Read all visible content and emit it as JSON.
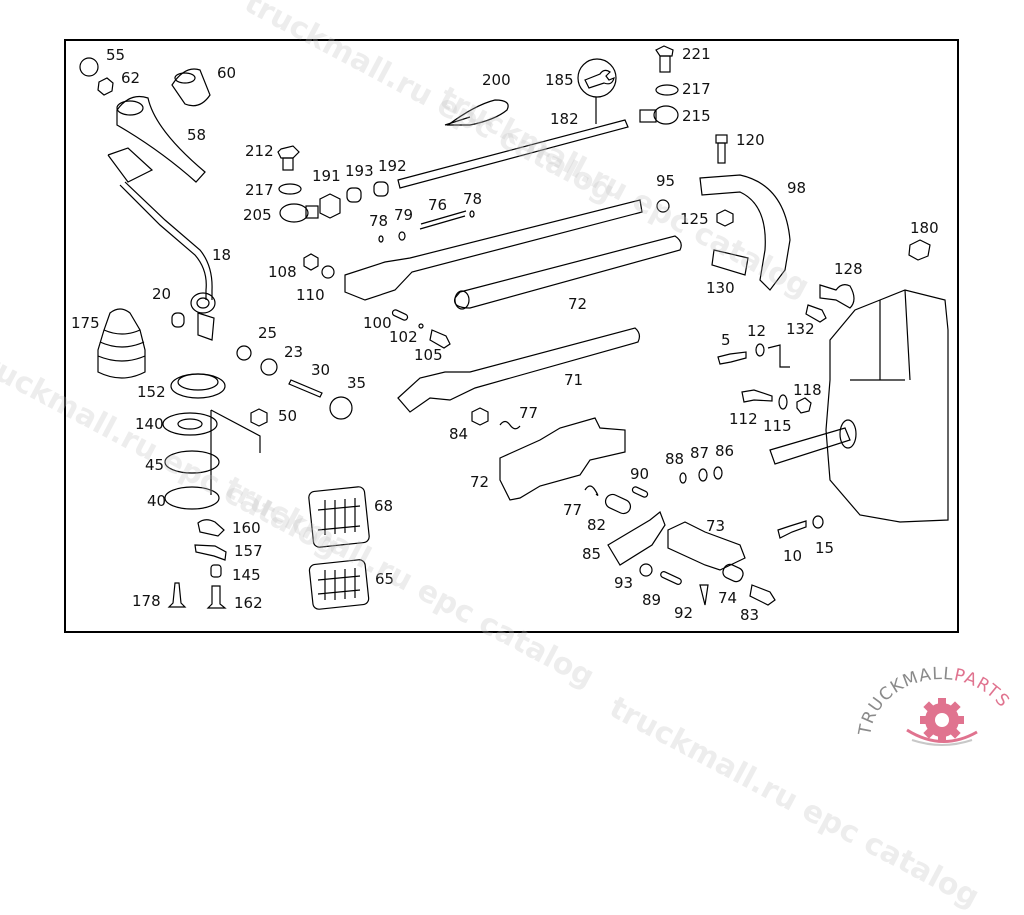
{
  "diagram": {
    "type": "exploded-parts-diagram",
    "subject": "gear shift lever and shift linkage assembly"
  },
  "callouts": [
    {
      "id": "55",
      "label": "55"
    },
    {
      "id": "62",
      "label": "62"
    },
    {
      "id": "60",
      "label": "60"
    },
    {
      "id": "58",
      "label": "58"
    },
    {
      "id": "18",
      "label": "18"
    },
    {
      "id": "20",
      "label": "20"
    },
    {
      "id": "175",
      "label": "175"
    },
    {
      "id": "212",
      "label": "212"
    },
    {
      "id": "217a",
      "label": "217"
    },
    {
      "id": "205",
      "label": "205"
    },
    {
      "id": "191",
      "label": "191"
    },
    {
      "id": "193",
      "label": "193"
    },
    {
      "id": "192",
      "label": "192"
    },
    {
      "id": "200",
      "label": "200"
    },
    {
      "id": "185",
      "label": "185"
    },
    {
      "id": "182",
      "label": "182"
    },
    {
      "id": "221",
      "label": "221"
    },
    {
      "id": "217b",
      "label": "217"
    },
    {
      "id": "215",
      "label": "215"
    },
    {
      "id": "120",
      "label": "120"
    },
    {
      "id": "98",
      "label": "98"
    },
    {
      "id": "95",
      "label": "95"
    },
    {
      "id": "125",
      "label": "125"
    },
    {
      "id": "180",
      "label": "180"
    },
    {
      "id": "130",
      "label": "130"
    },
    {
      "id": "128",
      "label": "128"
    },
    {
      "id": "132",
      "label": "132"
    },
    {
      "id": "78a",
      "label": "78"
    },
    {
      "id": "79",
      "label": "79"
    },
    {
      "id": "76",
      "label": "76"
    },
    {
      "id": "78b",
      "label": "78"
    },
    {
      "id": "108",
      "label": "108"
    },
    {
      "id": "110",
      "label": "110"
    },
    {
      "id": "72a",
      "label": "72"
    },
    {
      "id": "100",
      "label": "100"
    },
    {
      "id": "102",
      "label": "102"
    },
    {
      "id": "105",
      "label": "105"
    },
    {
      "id": "25",
      "label": "25"
    },
    {
      "id": "23",
      "label": "23"
    },
    {
      "id": "30",
      "label": "30"
    },
    {
      "id": "35",
      "label": "35"
    },
    {
      "id": "152",
      "label": "152"
    },
    {
      "id": "140",
      "label": "140"
    },
    {
      "id": "50",
      "label": "50"
    },
    {
      "id": "45",
      "label": "45"
    },
    {
      "id": "40",
      "label": "40"
    },
    {
      "id": "160",
      "label": "160"
    },
    {
      "id": "157",
      "label": "157"
    },
    {
      "id": "145",
      "label": "145"
    },
    {
      "id": "178",
      "label": "178"
    },
    {
      "id": "162",
      "label": "162"
    },
    {
      "id": "68",
      "label": "68"
    },
    {
      "id": "65",
      "label": "65"
    },
    {
      "id": "71",
      "label": "71"
    },
    {
      "id": "84",
      "label": "84"
    },
    {
      "id": "77a",
      "label": "77"
    },
    {
      "id": "72b",
      "label": "72"
    },
    {
      "id": "77b",
      "label": "77"
    },
    {
      "id": "82",
      "label": "82"
    },
    {
      "id": "90",
      "label": "90"
    },
    {
      "id": "88",
      "label": "88"
    },
    {
      "id": "87",
      "label": "87"
    },
    {
      "id": "86",
      "label": "86"
    },
    {
      "id": "85",
      "label": "85"
    },
    {
      "id": "73",
      "label": "73"
    },
    {
      "id": "93",
      "label": "93"
    },
    {
      "id": "89",
      "label": "89"
    },
    {
      "id": "92",
      "label": "92"
    },
    {
      "id": "74",
      "label": "74"
    },
    {
      "id": "83",
      "label": "83"
    },
    {
      "id": "5",
      "label": "5"
    },
    {
      "id": "12",
      "label": "12"
    },
    {
      "id": "112",
      "label": "112"
    },
    {
      "id": "118",
      "label": "118"
    },
    {
      "id": "115",
      "label": "115"
    },
    {
      "id": "10",
      "label": "10"
    },
    {
      "id": "15",
      "label": "15"
    }
  ],
  "watermarks": [
    "truckmall.ru epc catalog",
    "truckmall.ru epc catalog",
    "truckmall.ru epc catalog",
    "truckmall.ru epc catalog",
    "truckmall.ru epc catalog"
  ],
  "logo": {
    "text_dark": "TRUCKMALL",
    "text_accent": "PARTS",
    "accent_color": "#e0738f",
    "dark_color": "#8a8a8a"
  }
}
